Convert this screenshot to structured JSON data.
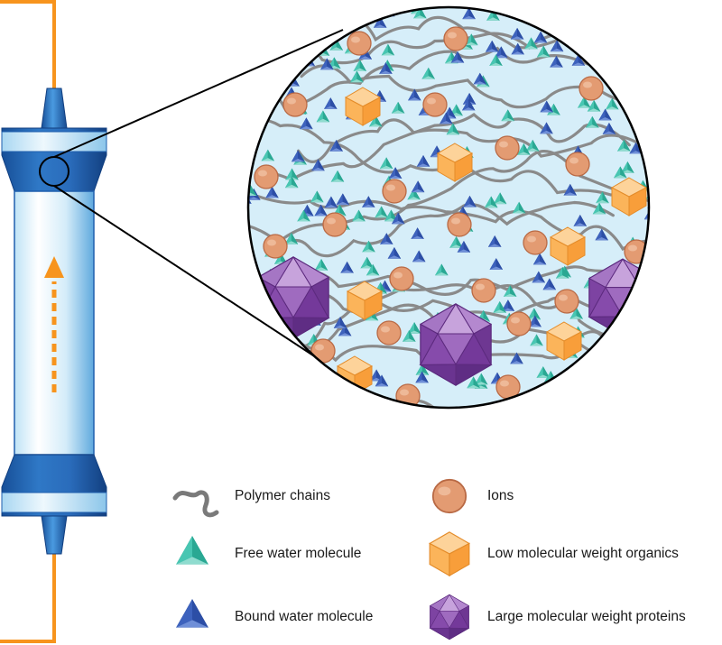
{
  "legend": {
    "items": [
      {
        "key": "polymer",
        "label": "Polymer chains",
        "icon": "polymer-chain-icon"
      },
      {
        "key": "free_water",
        "label": "Free water molecule",
        "icon": "free-water-icon"
      },
      {
        "key": "bound_water",
        "label": "Bound water molecule",
        "icon": "bound-water-icon"
      },
      {
        "key": "ions",
        "label": "Ions",
        "icon": "ion-icon"
      },
      {
        "key": "low_mw",
        "label": "Low molecular weight organics",
        "icon": "organic-cube-icon"
      },
      {
        "key": "large_mw",
        "label": "Large molecular weight proteins",
        "icon": "protein-icosahedron-icon"
      }
    ]
  },
  "colors": {
    "tubing": "#f7941d",
    "column_dark": "#1f5fae",
    "column_mid": "#3f93d6",
    "column_light": "#dff1fb",
    "flow_arrow": "#f7941d",
    "zoom_background": "#d6eef9",
    "polymer": "#808080",
    "free_water": "#2bb5a0",
    "bound_water": "#2f4fa8",
    "ion": "#e09a72",
    "organic": "#fbb45a",
    "protein": "#7b3f9e"
  }
}
